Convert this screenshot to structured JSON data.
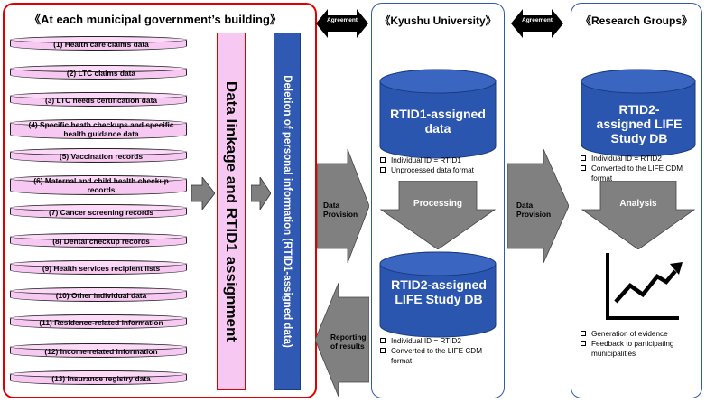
{
  "left_panel": {
    "title": "《At each municipal government’s building》",
    "records": [
      "(1) Health care claims data",
      "(2) LTC claims data",
      "(3) LTC needs certification data",
      "(4) Specific heath checkups and specific health guidance data",
      "(5) Vaccination records",
      "(6) Maternal and child health checkup records",
      "(7) Cancer screening records",
      "(8) Dental checkup records",
      "(9) Health services recipient lists",
      "(10) Other individual data",
      "(11) Residence-related information",
      "(12) Income-related information",
      "(13) Insurance registry data"
    ],
    "linkage_label": "Data linkage and RTID1 assignment",
    "deletion_label": "Deletion of personal information (RTID1-assigned data)"
  },
  "agreement_labels": [
    "Agreement",
    "Agreement"
  ],
  "kyushu": {
    "title": "《Kyushu University》",
    "db1": "RTID1-assigned data",
    "db1_notes": [
      "Individual ID = RTID1",
      "Unprocessed data format"
    ],
    "processing": "Processing",
    "db2": "RTID2-assigned LIFE Study DB",
    "db2_notes": [
      "Individual ID = RTID2",
      "Converted to the LIFE CDM format"
    ],
    "data_provision_in": "Data Provision",
    "reporting": "Reporting of results"
  },
  "research": {
    "title": "《Research Groups》",
    "db": "RTID2-assigned LIFE Study DB",
    "db_notes": [
      "Individual ID = RTID2",
      "Converted to the LIFE CDM format"
    ],
    "analysis": "Analysis",
    "outcomes": [
      "Generation of evidence",
      "Feedback to participating municipalities"
    ],
    "data_provision": "Data Provision",
    "chart_icon": "trend-chart-icon"
  },
  "colors": {
    "red": "#e00000",
    "blue": "#2f59b2",
    "pink": "#f7c9f2",
    "grey": "#7f7f7f",
    "navy_db": "#2b56b0"
  }
}
